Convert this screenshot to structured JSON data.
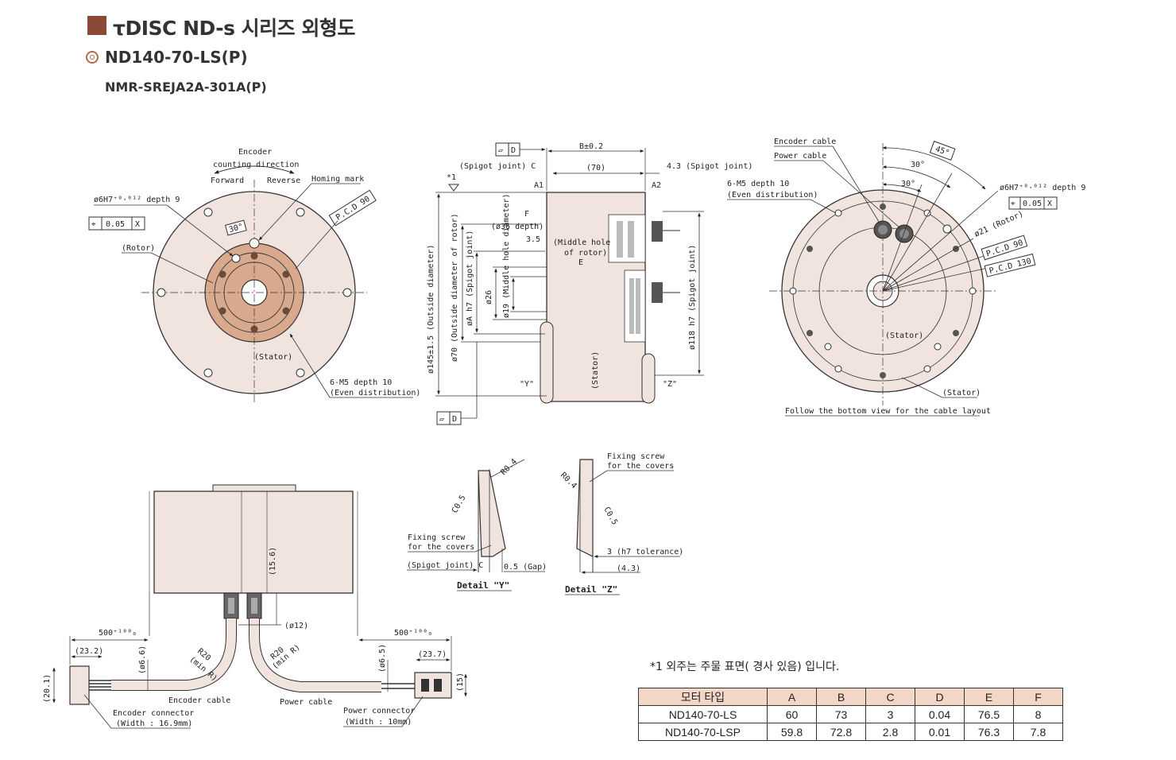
{
  "header": {
    "title": "τDISC ND-s 시리즈  외형도",
    "model": "ND140-70-LS(P)",
    "submodel": "NMR-SREJA2A-301A(P)"
  },
  "colors": {
    "accent": "#8b4a36",
    "stator": "#f1e4de",
    "rotor": "#d9a98e",
    "table_header": "#f3d7c6"
  },
  "front_view": {
    "encoder_dir": "Encoder",
    "encoder_dir2": "counting direction",
    "forward": "Forward",
    "reverse": "Reverse",
    "homing": "Homing mark",
    "pcd": "P.C.D 90",
    "hole_label": "ø6H7⁺⁰·⁰¹² depth 9",
    "tol_value": "0.05",
    "tol_ref": "X",
    "angle": "30°",
    "rotor": "(Rotor)",
    "stator": "(Stator)",
    "m5_line1": "6-M5 depth 10",
    "m5_line2": "(Even distribution)"
  },
  "side_view": {
    "flat_ref": "D",
    "spigot_c": "(Spigot joint) C",
    "star1": "*1",
    "dim_b": "B±0.2",
    "dim_70": "(70)",
    "spigot_43": "4.3 (Spigot joint)",
    "tol_a1": "A1",
    "tol_a2": "A2",
    "label_f": "F",
    "depth36": "(ø36 depth)",
    "d35": "3.5",
    "middle_hole": "(Middle hole",
    "of_rotor": "of rotor)",
    "label_e": "E",
    "outside_dia": "ø145±1.5 (Outside diameter)",
    "outside_rotor": "ø70 (Outside diameter of rotor)",
    "phi_a": "øA h7 (Spigot joint)",
    "phi26": "ø26",
    "phi19": "ø19 (Middle hole diameter)",
    "phi118": "ø118 h7 (Spigot joint)",
    "stator": "(Stator)",
    "y_mark": "\"Y\"",
    "z_mark": "\"Z\""
  },
  "bottom_view": {
    "enc_cable": "Encoder cable",
    "pwr_cable": "Power cable",
    "ang45": "45°",
    "ang30a": "30°",
    "ang30b": "30°",
    "m5_line1": "6-M5 depth 10",
    "m5_line2": "(Even distribution)",
    "hole_label": "ø6H7⁺⁰·⁰¹² depth 9",
    "tol_value": "0.05",
    "tol_ref": "X",
    "rotor": "ø21 (Rotor)",
    "pcd90": "P.C.D 90",
    "pcd130": "P.C.D 130",
    "stator_in": "(Stator)",
    "stator_out": "(Stator)",
    "follow": "Follow the bottom view for the cable layout"
  },
  "cable_view": {
    "dim_156": "(15.6)",
    "dim_12": "(ø12)",
    "len_left": "500⁺¹⁰⁰₀",
    "len_right": "500⁺¹⁰⁰₀",
    "d232": "(23.2)",
    "d237": "(23.7)",
    "d66": "(ø6.6)",
    "d65": "(ø6.5)",
    "d201": "(20.1)",
    "d15": "(15)",
    "r20a": "R20",
    "mina": "(min R)",
    "r20b": "R20",
    "minb": "(min R)",
    "enc_cable": "Encoder cable",
    "pwr_cable": "Power cable",
    "enc_conn1": "Encoder connector",
    "enc_conn2": "(Width : 16.9mm)",
    "pwr_conn1": "Power connector",
    "pwr_conn2": "(Width : 10mm)"
  },
  "detail_y": {
    "r04": "R0.4",
    "c05": "C0.5",
    "screw1": "Fixing screw",
    "screw2": "for the covers",
    "spigot": "(Spigot joint) C",
    "gap": "0.5 (Gap)",
    "title": "Detail \"Y\""
  },
  "detail_z": {
    "screw1": "Fixing screw",
    "screw2": "for the covers",
    "r04": "R0.4",
    "c05": "C0.5",
    "h7": "3 (h7 tolerance)",
    "d43": "(4.3)",
    "title": "Detail \"Z\""
  },
  "note": "*1  외주는 주물 표면( 경사 있음) 입니다.",
  "spec_table": {
    "headers": [
      "모터 타입",
      "A",
      "B",
      "C",
      "D",
      "E",
      "F"
    ],
    "rows": [
      [
        "ND140-70-LS",
        "60",
        "73",
        "3",
        "0.04",
        "76.5",
        "8"
      ],
      [
        "ND140-70-LSP",
        "59.8",
        "72.8",
        "2.8",
        "0.01",
        "76.3",
        "7.8"
      ]
    ]
  }
}
